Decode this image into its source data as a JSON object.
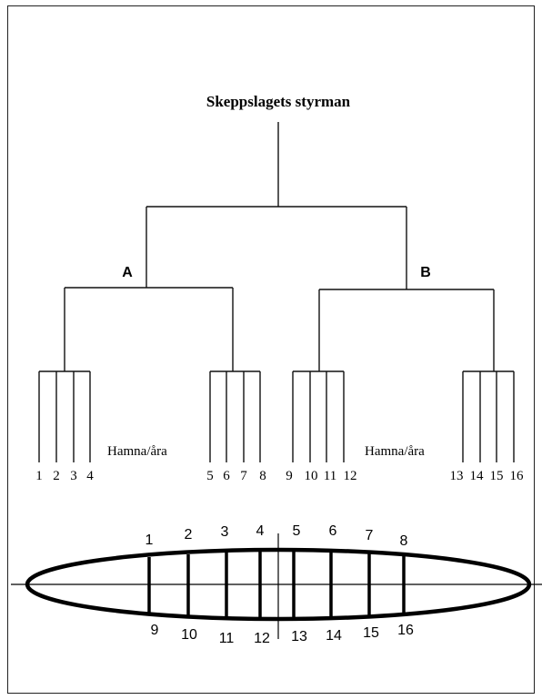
{
  "diagram": {
    "title": "Skeppslagets styrman",
    "groups": [
      {
        "label": "A"
      },
      {
        "label": "B"
      }
    ],
    "oar_label": "Hamna/åra",
    "oar_label_repeat": "Hamna/åra",
    "tree_numbers": [
      "1",
      "2",
      "3",
      "4",
      "5",
      "6",
      "7",
      "8",
      "9",
      "10",
      "11",
      "12",
      "13",
      "14",
      "15",
      "16"
    ],
    "boat_top_numbers": [
      "1",
      "2",
      "3",
      "4",
      "5",
      "6",
      "7",
      "8"
    ],
    "boat_bottom_numbers": [
      "9",
      "10",
      "11",
      "12",
      "13",
      "14",
      "15",
      "16"
    ]
  }
}
